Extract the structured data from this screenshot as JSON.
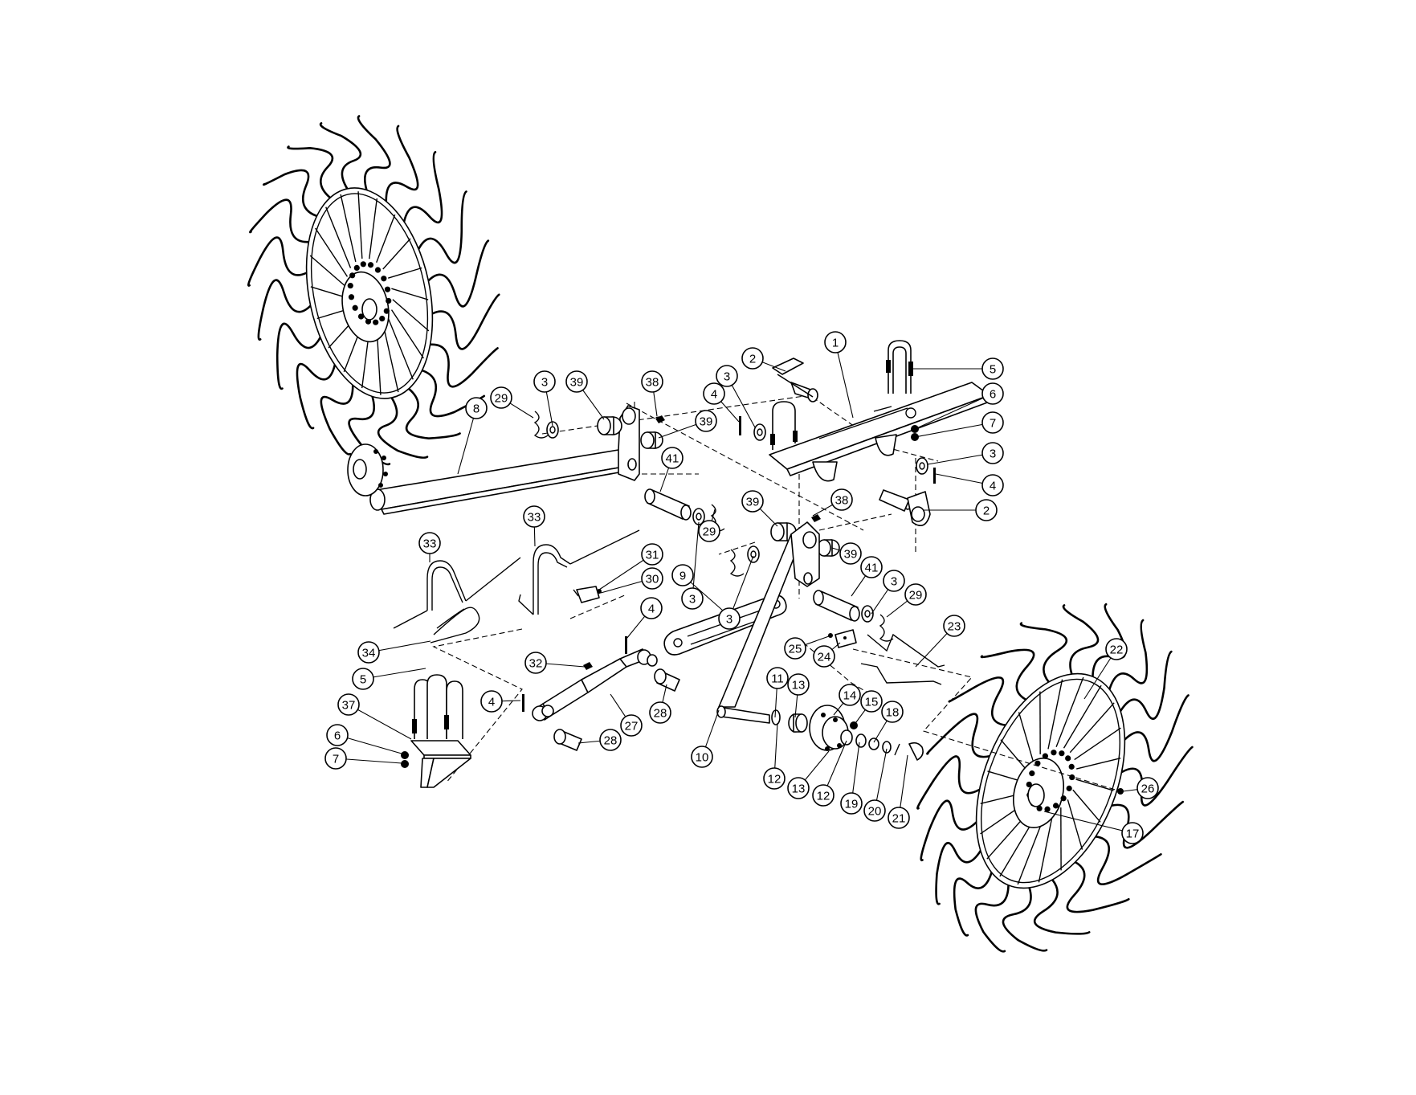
{
  "diagram": {
    "type": "exploded-parts-view",
    "line_color": "#000000",
    "background": "#ffffff",
    "callouts": [
      {
        "label": "1"
      },
      {
        "label": "2"
      },
      {
        "label": "2"
      },
      {
        "label": "3"
      },
      {
        "label": "3"
      },
      {
        "label": "3"
      },
      {
        "label": "3"
      },
      {
        "label": "3"
      },
      {
        "label": "3"
      },
      {
        "label": "4"
      },
      {
        "label": "4"
      },
      {
        "label": "4"
      },
      {
        "label": "4"
      },
      {
        "label": "5"
      },
      {
        "label": "5"
      },
      {
        "label": "6"
      },
      {
        "label": "6"
      },
      {
        "label": "7"
      },
      {
        "label": "7"
      },
      {
        "label": "8"
      },
      {
        "label": "9"
      },
      {
        "label": "10"
      },
      {
        "label": "11"
      },
      {
        "label": "12"
      },
      {
        "label": "12"
      },
      {
        "label": "13"
      },
      {
        "label": "13"
      },
      {
        "label": "14"
      },
      {
        "label": "15"
      },
      {
        "label": "17"
      },
      {
        "label": "18"
      },
      {
        "label": "19"
      },
      {
        "label": "20"
      },
      {
        "label": "21"
      },
      {
        "label": "22"
      },
      {
        "label": "23"
      },
      {
        "label": "24"
      },
      {
        "label": "25"
      },
      {
        "label": "26"
      },
      {
        "label": "27"
      },
      {
        "label": "28"
      },
      {
        "label": "28"
      },
      {
        "label": "29"
      },
      {
        "label": "29"
      },
      {
        "label": "29"
      },
      {
        "label": "30"
      },
      {
        "label": "31"
      },
      {
        "label": "32"
      },
      {
        "label": "33"
      },
      {
        "label": "33"
      },
      {
        "label": "34"
      },
      {
        "label": "37"
      },
      {
        "label": "38"
      },
      {
        "label": "38"
      },
      {
        "label": "39"
      },
      {
        "label": "39"
      },
      {
        "label": "39"
      },
      {
        "label": "39"
      },
      {
        "label": "41"
      },
      {
        "label": "41"
      }
    ]
  }
}
